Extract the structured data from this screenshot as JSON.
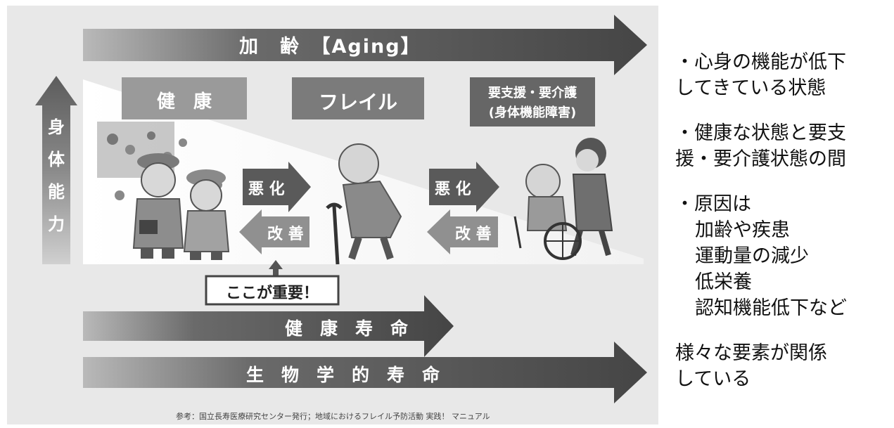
{
  "diagram": {
    "aging_arrow": "加　齢　【Aging】",
    "body_ability": [
      "身",
      "体",
      "能",
      "力"
    ],
    "stages": {
      "healthy": "健　康",
      "frailty": "フレイル",
      "care_line1": "要支援・要介護",
      "care_line2": "(身体機能障害)"
    },
    "worsen": "悪 化",
    "improve": "改 善",
    "important": "ここが重要！",
    "healthy_lifespan": "健　康　寿　命",
    "biological_lifespan": "生　物　学　的　寿　命",
    "reference": "参考：国立長寿医療研究センター発行；地域におけるフレイル予防活動 実践！ マニュアル"
  },
  "notes": {
    "block1": [
      "・心身の機能が低下",
      "してきている状態"
    ],
    "block2": [
      "・健康な状態と要支",
      "援・要介護状態の間"
    ],
    "block3_title": "・原因は",
    "block3_items": [
      "加齢や疾患",
      "運動量の減少",
      "低栄養",
      "認知機能低下など"
    ],
    "block4": [
      "様々な要素が関係",
      "している"
    ]
  }
}
